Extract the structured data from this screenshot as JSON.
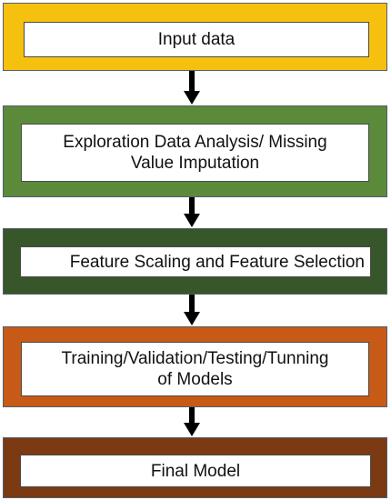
{
  "steps": [
    {
      "label": "Input data",
      "color": "#f6c10e"
    },
    {
      "label": "Exploration Data Analysis/ Missing\nValue Imputation",
      "color": "#5b8a3a"
    },
    {
      "label": "Feature Scaling and Feature Selection",
      "color": "#37562a"
    },
    {
      "label": "Training/Validation/Testing/Tunning\nof Models",
      "color": "#c65a16"
    },
    {
      "label": "Final Model",
      "color": "#7b3a11"
    }
  ],
  "arrow_color": "#000000"
}
